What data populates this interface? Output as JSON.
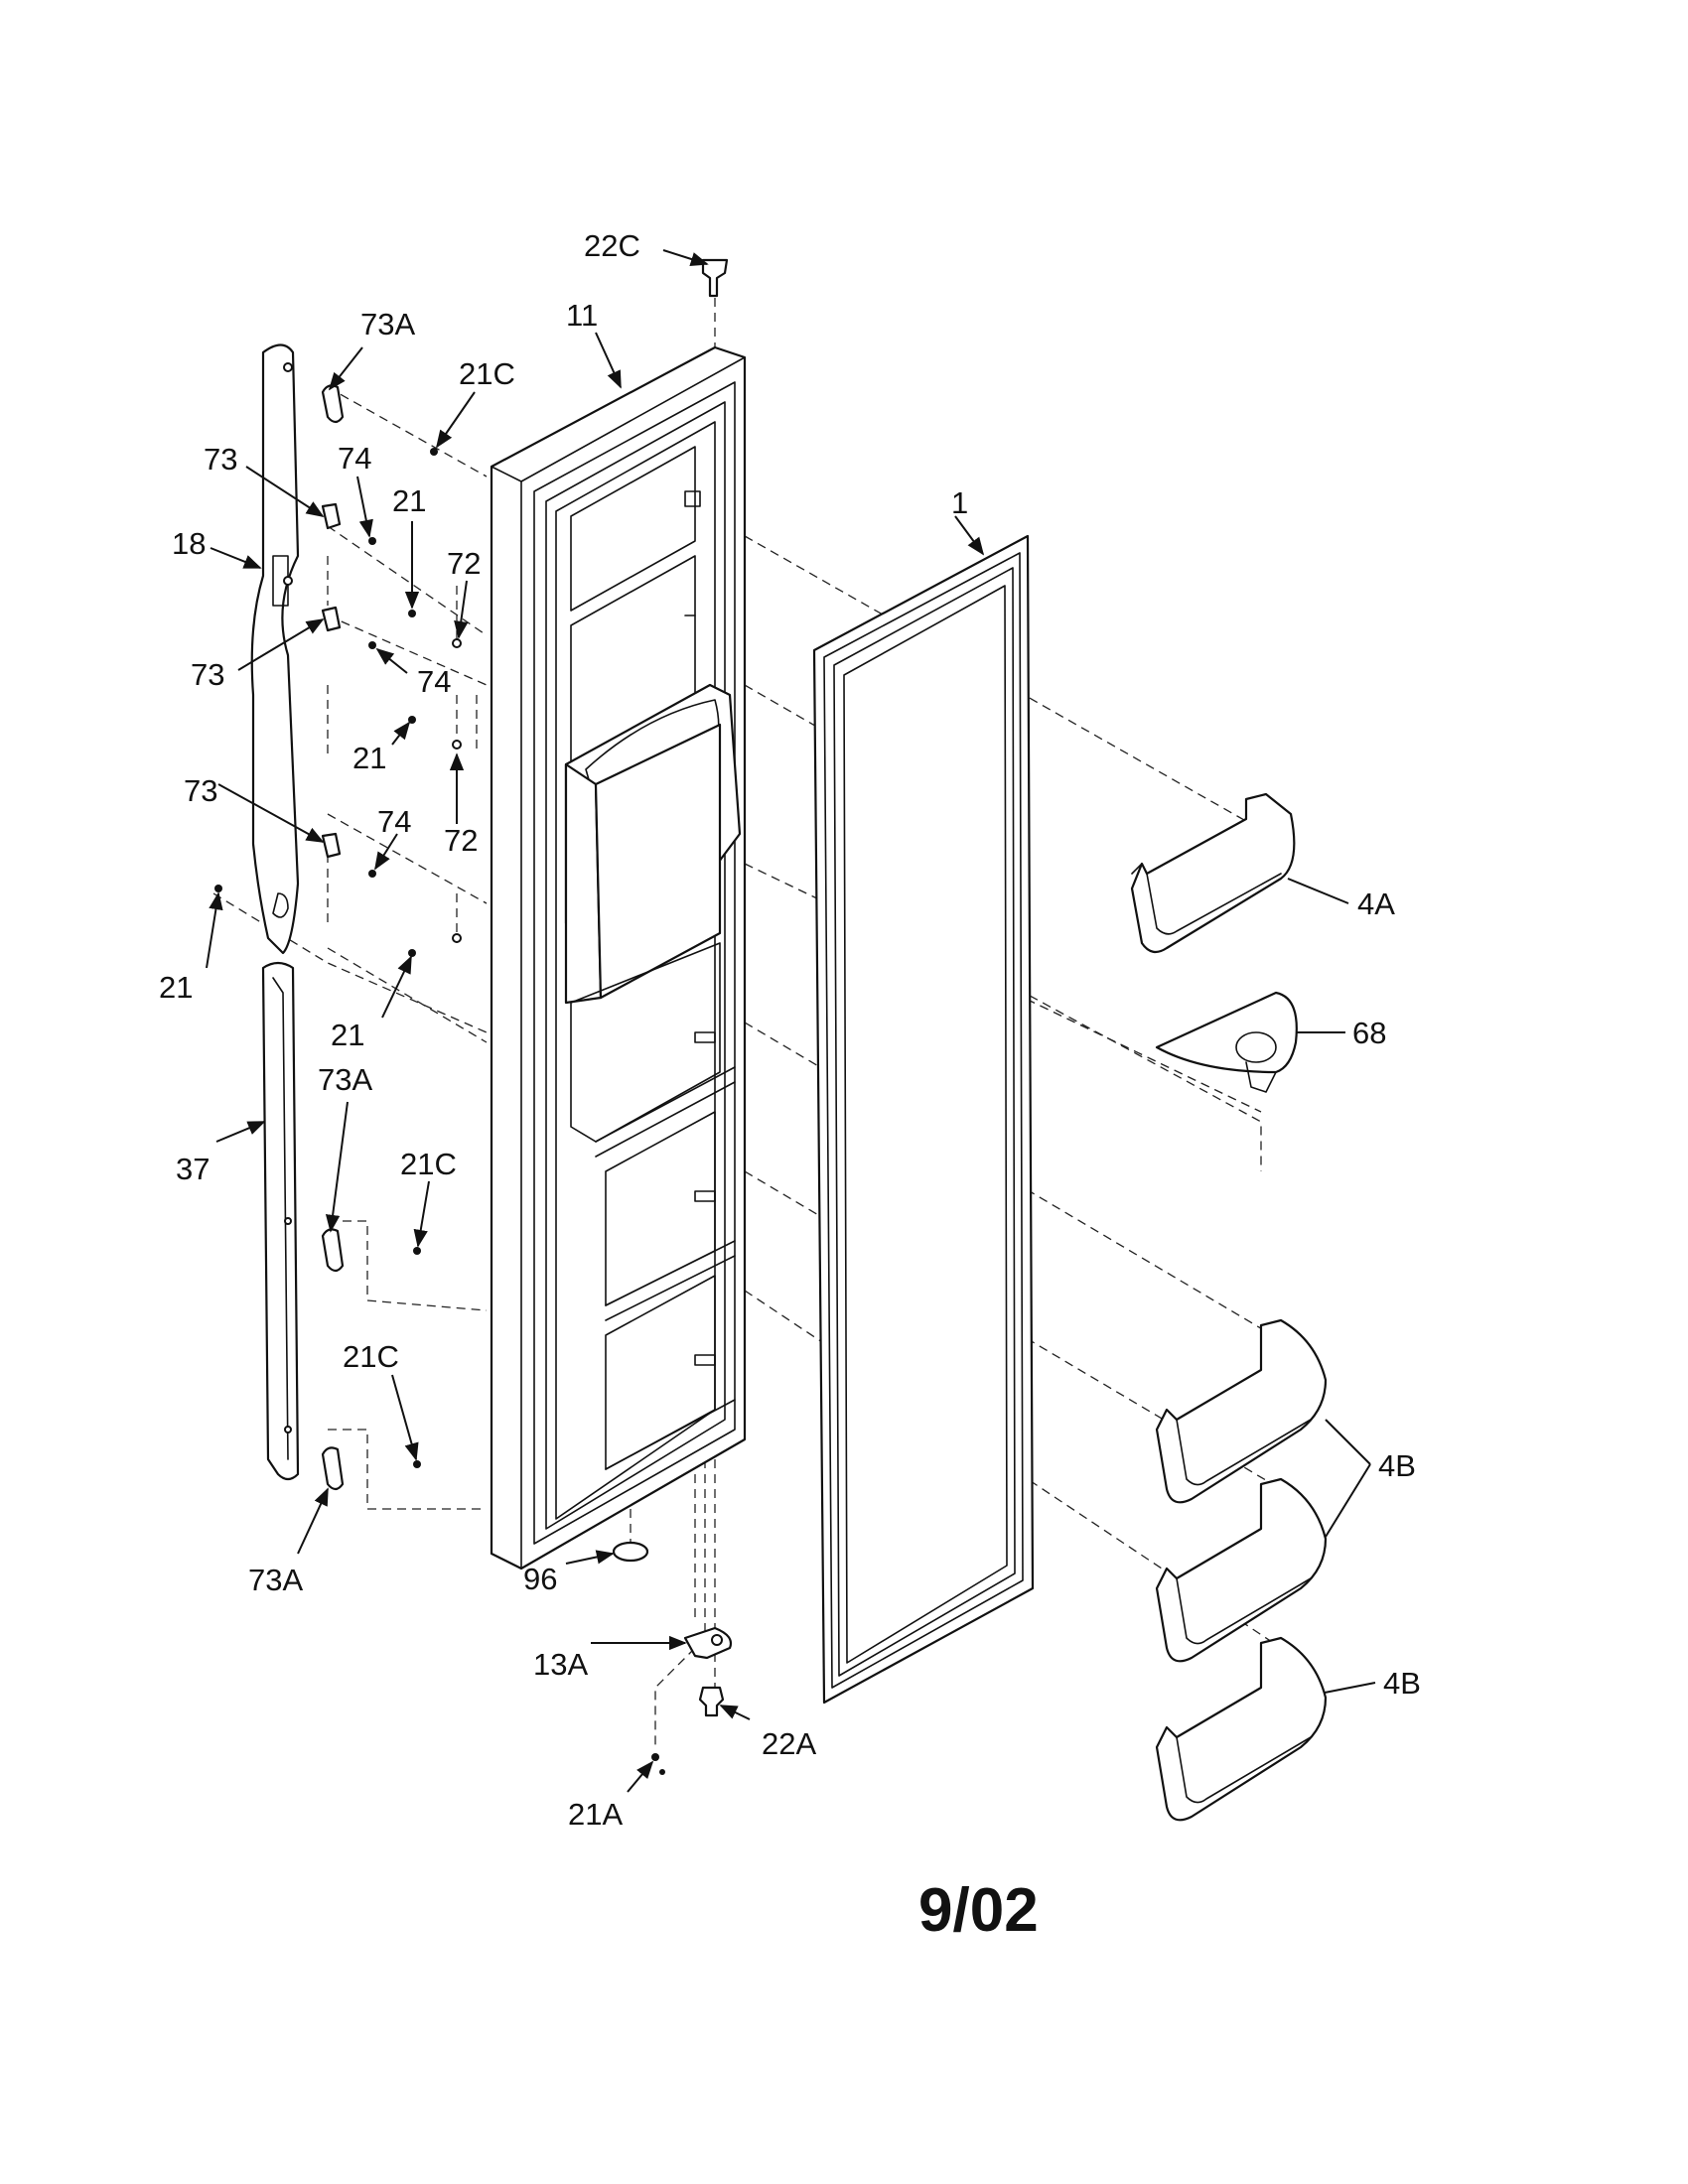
{
  "diagram": {
    "revision_date": "9/02",
    "callouts": {
      "c_22C": "22C",
      "c_11": "11",
      "c_73A_top": "73A",
      "c_21C_top": "21C",
      "c_73_1": "73",
      "c_74_1": "74",
      "c_21_1": "21",
      "c_72_1": "72",
      "c_18": "18",
      "c_73_2": "73",
      "c_74_2": "74",
      "c_21_2": "21",
      "c_73_3": "73",
      "c_74_3": "74",
      "c_72_2": "72",
      "c_21_3": "21",
      "c_21_4": "21",
      "c_73A_mid": "73A",
      "c_21C_mid": "21C",
      "c_37": "37",
      "c_21C_low": "21C",
      "c_73A_bot": "73A",
      "c_96": "96",
      "c_13A": "13A",
      "c_22A": "22A",
      "c_21A": "21A",
      "c_1": "1",
      "c_4A": "4A",
      "c_68": "68",
      "c_4B_1": "4B",
      "c_4B_2": "4B"
    }
  }
}
